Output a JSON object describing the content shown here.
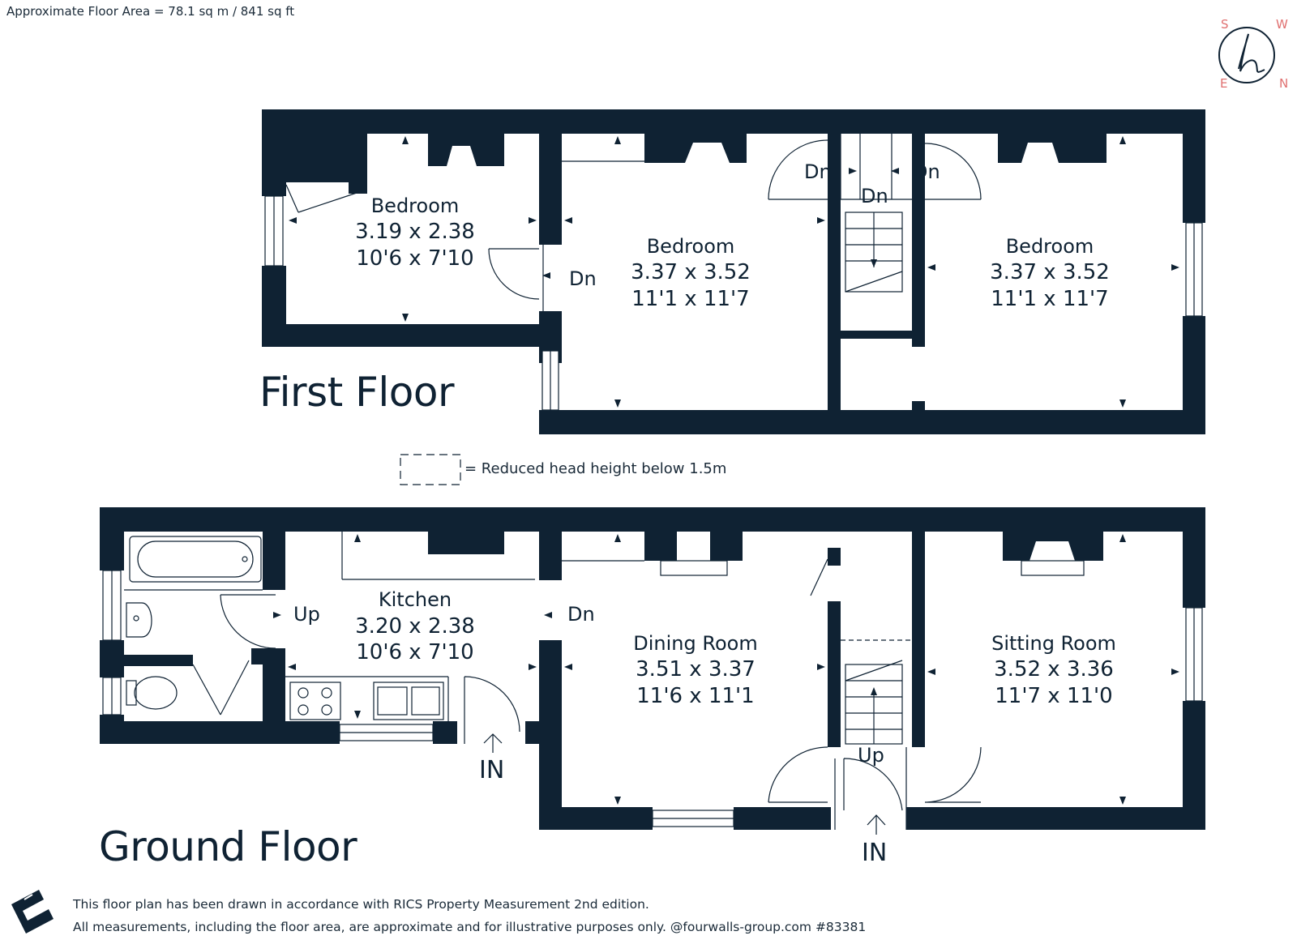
{
  "header": {
    "area": "Approximate Floor Area = 78.1 sq m / 841 sq ft"
  },
  "logo": {
    "compass": {
      "s": "S",
      "w": "W",
      "e": "E",
      "n": "N"
    }
  },
  "first_floor": {
    "title": "First Floor",
    "rooms": [
      {
        "name": "Bedroom",
        "metric": "3.19 x 2.38",
        "imperial": "10'6 x 7'10"
      },
      {
        "name": "Bedroom",
        "metric": "3.37 x 3.52",
        "imperial": "11'1 x 11'7"
      },
      {
        "name": "Bedroom",
        "metric": "3.37 x 3.52",
        "imperial": "11'1 x 11'7"
      }
    ],
    "marks": {
      "dn": "Dn"
    }
  },
  "legend": {
    "text": "= Reduced head height below 1.5m"
  },
  "ground_floor": {
    "title": "Ground Floor",
    "rooms": [
      {
        "name": "Kitchen",
        "metric": "3.20 x 2.38",
        "imperial": "10'6 x 7'10"
      },
      {
        "name": "Dining Room",
        "metric": "3.51 x 3.37",
        "imperial": "11'6 x 11'1"
      },
      {
        "name": "Sitting Room",
        "metric": "3.52 x 3.36",
        "imperial": "11'7 x 11'0"
      }
    ],
    "marks": {
      "up": "Up",
      "dn": "Dn",
      "in": "IN"
    }
  },
  "footer": {
    "line1": "This floor plan has been drawn in accordance with RICS Property Measurement 2nd edition.",
    "line2": "All measurements, including the floor area, are approximate and for illustrative purposes only. @fourwalls-group.com #83381"
  }
}
